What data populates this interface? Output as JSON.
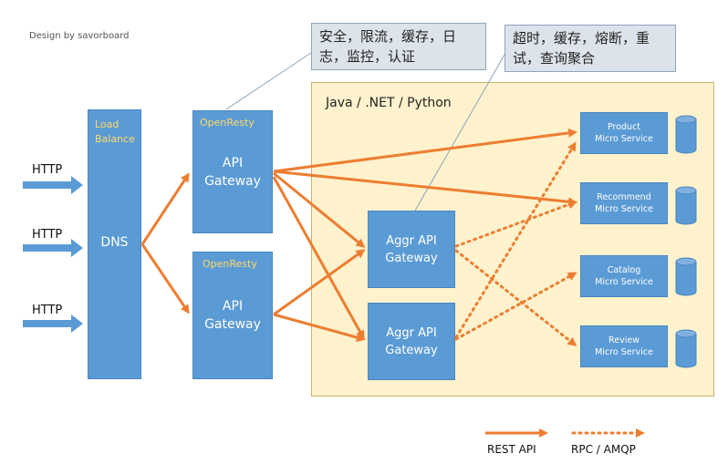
{
  "credit": "Design by savorboard",
  "callouts": {
    "left": [
      "安全，限流，缓存，日",
      "志，监控，认证"
    ],
    "right": [
      "超时，缓存，熔断，重",
      "试，查询聚合"
    ]
  },
  "region_label": "Java / .NET / Python",
  "http_labels": [
    "HTTP",
    "HTTP",
    "HTTP"
  ],
  "load_balancer": {
    "title": [
      "Load",
      "Balance"
    ],
    "label": "DNS"
  },
  "gateways": [
    {
      "title": "OpenResty",
      "label": [
        "API",
        "Gateway"
      ]
    },
    {
      "title": "OpenResty",
      "label": [
        "API",
        "Gateway"
      ]
    }
  ],
  "aggr_gateways": [
    {
      "label": [
        "Aggr API",
        "Gateway"
      ]
    },
    {
      "label": [
        "Aggr API",
        "Gateway"
      ]
    }
  ],
  "services": [
    {
      "label": [
        "Product",
        "Micro Service"
      ]
    },
    {
      "label": [
        "Recommend",
        "Micro Service"
      ]
    },
    {
      "label": [
        "Catalog",
        "Micro Service"
      ]
    },
    {
      "label": [
        "Review",
        "Micro Service"
      ]
    }
  ],
  "legend": {
    "rest": "REST API",
    "rpc": "RPC / AMQP"
  },
  "colors": {
    "node": "#5b9bd5",
    "arrow": "#ed7d31",
    "region": "#fff2cc",
    "callout": "#dde3ea",
    "title_accent": "#ffd966"
  }
}
